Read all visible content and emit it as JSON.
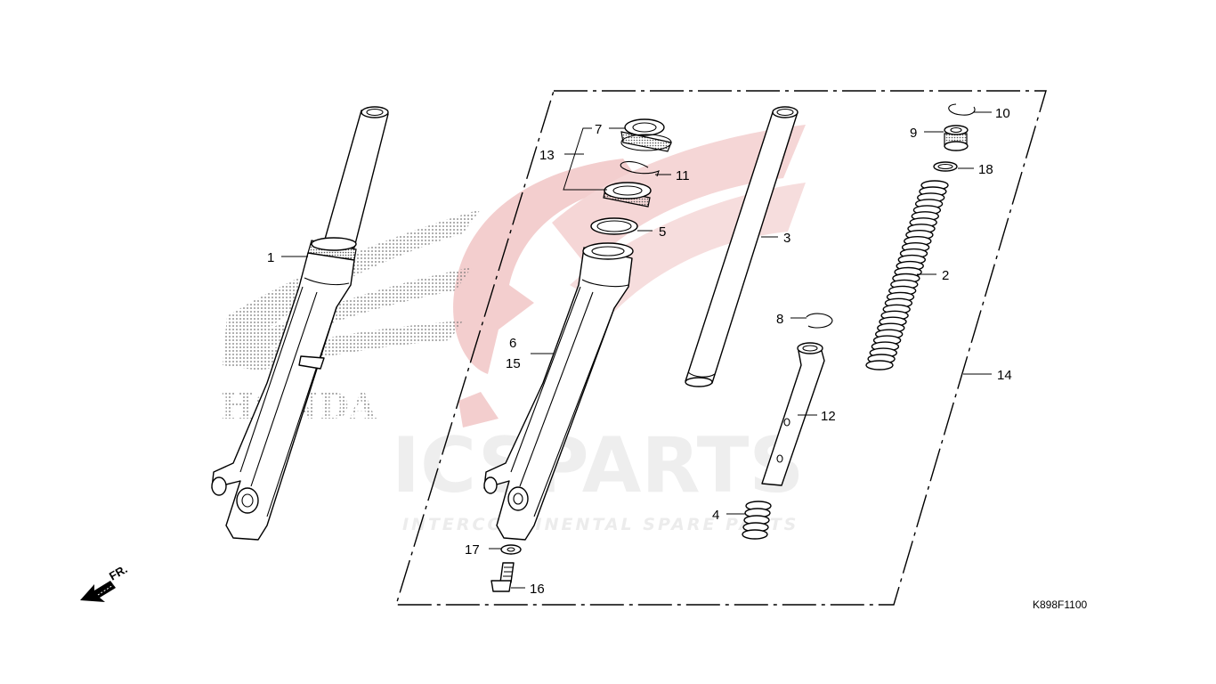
{
  "diagram_code": "K898F1100",
  "direction_label": "FR.",
  "watermark": {
    "main_text": "ICSPARTS",
    "sub_text": "INTERCONTINENTAL SPARE PARTS",
    "brand_text": "HONDA"
  },
  "callouts": {
    "c1": "1",
    "c2": "2",
    "c3": "3",
    "c4": "4",
    "c5": "5",
    "c6": "6",
    "c7": "7",
    "c8": "8",
    "c9": "9",
    "c10": "10",
    "c11": "11",
    "c12": "12",
    "c13": "13",
    "c14": "14",
    "c15": "15",
    "c16": "16",
    "c17": "17",
    "c18": "18"
  },
  "colors": {
    "watermark_red": "#f2c9c9",
    "watermark_grey": "#eeeeee"
  }
}
